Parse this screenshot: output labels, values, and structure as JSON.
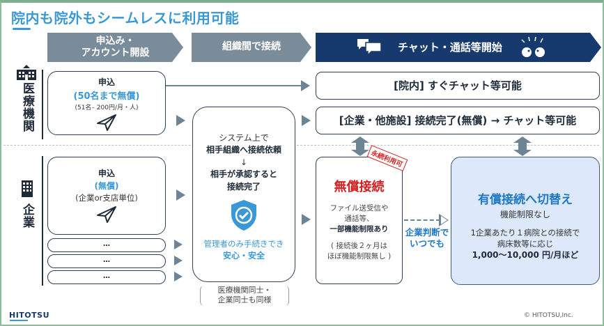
{
  "title": "院内も院外もシームレスに利用可能",
  "steps": [
    {
      "label_line1": "申込み・",
      "label_line2": "アカウント開設"
    },
    {
      "label": "組織間で接続"
    },
    {
      "label": "チャット・通話等開始"
    }
  ],
  "rows": {
    "medical": {
      "label": "医療機関",
      "icon": "hospital-icon",
      "apply_box": {
        "title": "申込",
        "highlight": "(50名まで無償)",
        "note": "(51名– 200円/月・人)",
        "icon": "paper-plane-icon"
      },
      "result_internal": "[院内] すぐチャット等可能",
      "result_external": "[企業・他施設] 接続完了(無償) → チャット等可能"
    },
    "company": {
      "label": "企業",
      "icon": "building-icon",
      "apply_box": {
        "title": "申込",
        "highlight": "(無償)",
        "note": "(企業or支店単位)",
        "icon": "paper-plane-icon"
      },
      "more_items": [
        "…",
        "…",
        "…"
      ]
    }
  },
  "connect_box": {
    "line1": "システム上で",
    "line2": "相手組織へ接続依頼",
    "arrow": "↓",
    "line3": "相手が承認すると",
    "line4": "接続完了",
    "icon": "shield-check-icon",
    "note1": "管理者のみ手続きでき",
    "note2": "安心・安全",
    "footnote1": "医療機関同士・",
    "footnote2": "企業同士も同様"
  },
  "free_box": {
    "stamp": "永続利用可",
    "title": "無償接続",
    "desc1": "ファイル送受信や",
    "desc2": "通話等、",
    "desc3": "一部機能制限あり",
    "note1": "( 接続後２ヶ月は",
    "note2": "ほぼ機能制限無し )"
  },
  "switch_label": {
    "line1": "企業判断で",
    "line2": "いつでも"
  },
  "paid_box": {
    "title": "有償接続へ切替え",
    "subtitle": "機能制限なし",
    "desc1": "1企業あたり１病院との接続で",
    "desc2": "病床数等に応じ",
    "price": "1,000〜10,000 円/月ほど"
  },
  "footer": {
    "logo": "HITOTSU",
    "copyright": "© HITOTSU,Inc."
  },
  "colors": {
    "accent_blue": "#3a98d6",
    "navy": "#163a6e",
    "step_gray": "#7a8c99",
    "red": "#d42020",
    "paid_bg": "#dde9fa"
  }
}
